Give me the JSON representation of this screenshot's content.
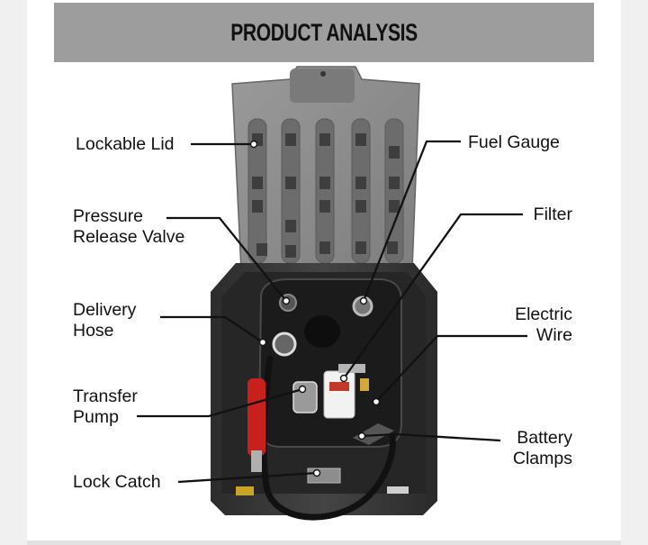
{
  "header": {
    "title": "PRODUCT ANALYSIS"
  },
  "labels_left": [
    {
      "id": "lockable-lid",
      "lines": [
        "Lockable Lid"
      ]
    },
    {
      "id": "pressure-release-valve",
      "lines": [
        "Pressure",
        "Release Valve"
      ]
    },
    {
      "id": "delivery-hose",
      "lines": [
        "Delivery",
        "Hose"
      ]
    },
    {
      "id": "transfer-pump",
      "lines": [
        "Transfer",
        "Pump"
      ]
    },
    {
      "id": "lock-catch",
      "lines": [
        "Lock Catch"
      ]
    }
  ],
  "labels_right": [
    {
      "id": "fuel-gauge",
      "lines": [
        "Fuel Gauge"
      ]
    },
    {
      "id": "filter",
      "lines": [
        "Filter"
      ]
    },
    {
      "id": "electric-wire",
      "lines": [
        "Electric",
        "Wire"
      ]
    },
    {
      "id": "battery-clamps",
      "lines": [
        "Battery",
        "Clamps"
      ]
    }
  ],
  "colors": {
    "header_bg": "#9d9d9d",
    "lid": "#8c8c8c",
    "tank": "#3a3a3a",
    "hose": "#1a1a1a",
    "nozzle": "#c8201c"
  }
}
